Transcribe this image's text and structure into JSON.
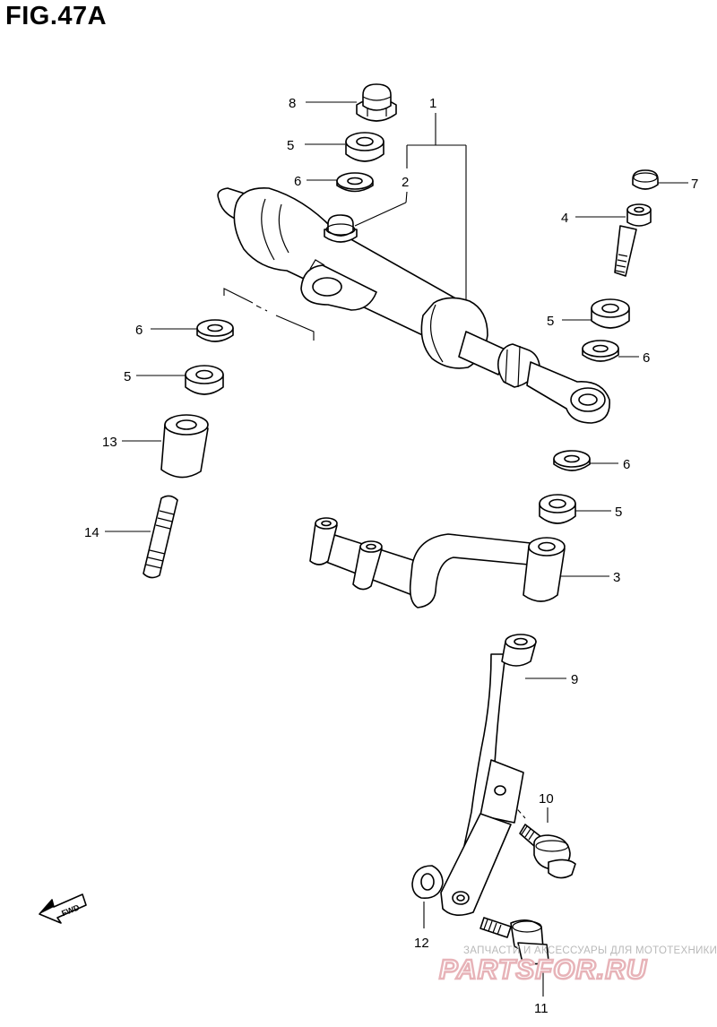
{
  "figure": {
    "title": "FIG.47A"
  },
  "callouts": [
    {
      "id": "c8",
      "label": "8"
    },
    {
      "id": "c1",
      "label": "1"
    },
    {
      "id": "c5a",
      "label": "5"
    },
    {
      "id": "c6a",
      "label": "6"
    },
    {
      "id": "c2",
      "label": "2"
    },
    {
      "id": "c7",
      "label": "7"
    },
    {
      "id": "c4",
      "label": "4"
    },
    {
      "id": "c6b",
      "label": "6"
    },
    {
      "id": "c5b",
      "label": "5"
    },
    {
      "id": "c5c",
      "label": "5"
    },
    {
      "id": "c6c",
      "label": "6"
    },
    {
      "id": "c13",
      "label": "13"
    },
    {
      "id": "c6d",
      "label": "6"
    },
    {
      "id": "c5d",
      "label": "5"
    },
    {
      "id": "c14",
      "label": "14"
    },
    {
      "id": "c3",
      "label": "3"
    },
    {
      "id": "c9",
      "label": "9"
    },
    {
      "id": "c10",
      "label": "10"
    },
    {
      "id": "c12",
      "label": "12"
    },
    {
      "id": "c11",
      "label": "11"
    }
  ],
  "fwd_arrow": {
    "label": "FWD"
  },
  "watermark": {
    "line1": "ЗАПЧАСТИ И АКСЕССУАРЫ ДЛЯ МОТОТЕХНИКИ",
    "line2": "PARTSFOR.RU"
  }
}
